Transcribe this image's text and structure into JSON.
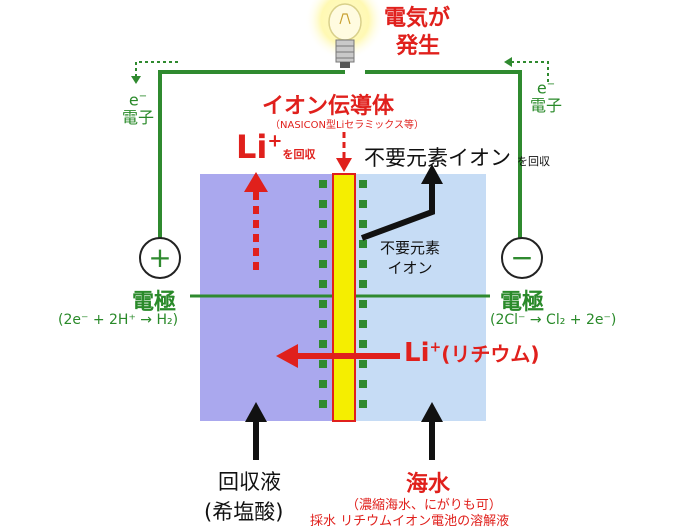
{
  "title": {
    "line1": "電気が",
    "line2": "発生"
  },
  "conductor": {
    "label": "イオン伝導体",
    "note": "（NASICON型Liセラミックス等）"
  },
  "li_recovery": {
    "symbol": "Li",
    "sup": "+",
    "suffix": "を回収"
  },
  "unwanted": {
    "label": "不要元素イオン",
    "suffix": "を回収",
    "inner_line1": "不要元素",
    "inner_line2": "イオン"
  },
  "electron_left": {
    "sym": "e",
    "sup": "−",
    "label": "電子"
  },
  "electron_right": {
    "sym": "e",
    "sup": "−",
    "label": "電子"
  },
  "plus_sign": "+",
  "minus_sign": "−",
  "electrode_left": {
    "label": "電極",
    "reaction": "(2e⁻ + 2H⁺ → H₂)"
  },
  "electrode_right": {
    "label": "電極",
    "reaction": "(2Cl⁻ → Cl₂ + 2e⁻)"
  },
  "li_flow": {
    "symbol": "Li",
    "sup": "+",
    "name": "(リチウム)"
  },
  "recovery_liquid": {
    "line1": "回収液",
    "line2": "(希塩酸)"
  },
  "seawater": {
    "label": "海水",
    "note": "（濃縮海水、にがりも可）",
    "note2": "採水 リチウムイオン電池の溶解液"
  },
  "colors": {
    "left_chamber": "#aaa8ee",
    "right_chamber": "#c6dcf5",
    "membrane": "#f5ee00",
    "wire": "#2f8a2f",
    "accent": "#e0201c"
  }
}
